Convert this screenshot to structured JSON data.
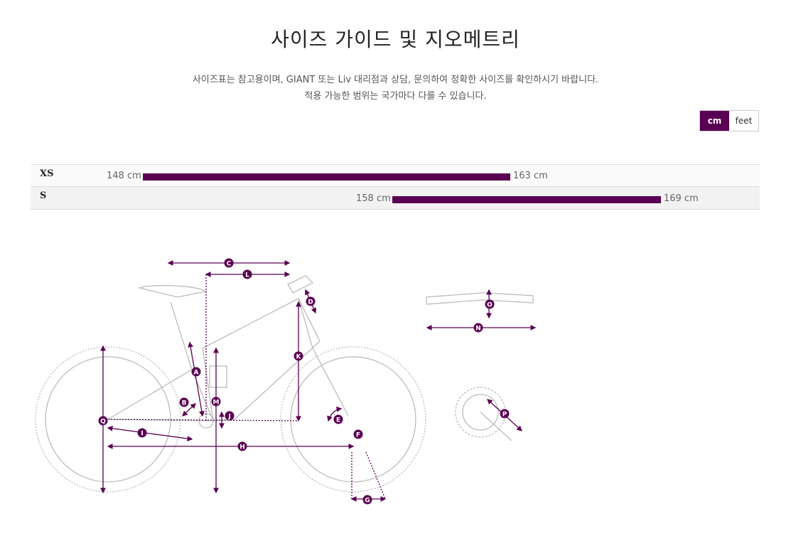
{
  "page": {
    "title": "사이즈 가이드 및 지오메트리",
    "subtitle_line1": "사이즈표는 참고용이며, GIANT 또는 Liv 대리점과 상담, 문의하여 정확한 사이즈를 확인하시기 바랍니다.",
    "subtitle_line2": "적용 가능한 범위는 국가마다 다를 수 있습니다."
  },
  "units": {
    "cm_label": "cm",
    "feet_label": "feet",
    "selected": "cm"
  },
  "sizes": [
    {
      "label": "XS",
      "min_label": "148 cm",
      "max_label": "163 cm",
      "min": 148,
      "max": 163
    },
    {
      "label": "S",
      "min_label": "158 cm",
      "max_label": "169 cm",
      "min": 158,
      "max": 169
    }
  ],
  "geometry_markers": [
    "A",
    "B",
    "C",
    "D",
    "E",
    "F",
    "G",
    "H",
    "I",
    "J",
    "K",
    "L",
    "M",
    "N",
    "O",
    "P",
    "Q"
  ],
  "colors": {
    "accent": "#5a0052",
    "line": "#bbbbbb"
  }
}
